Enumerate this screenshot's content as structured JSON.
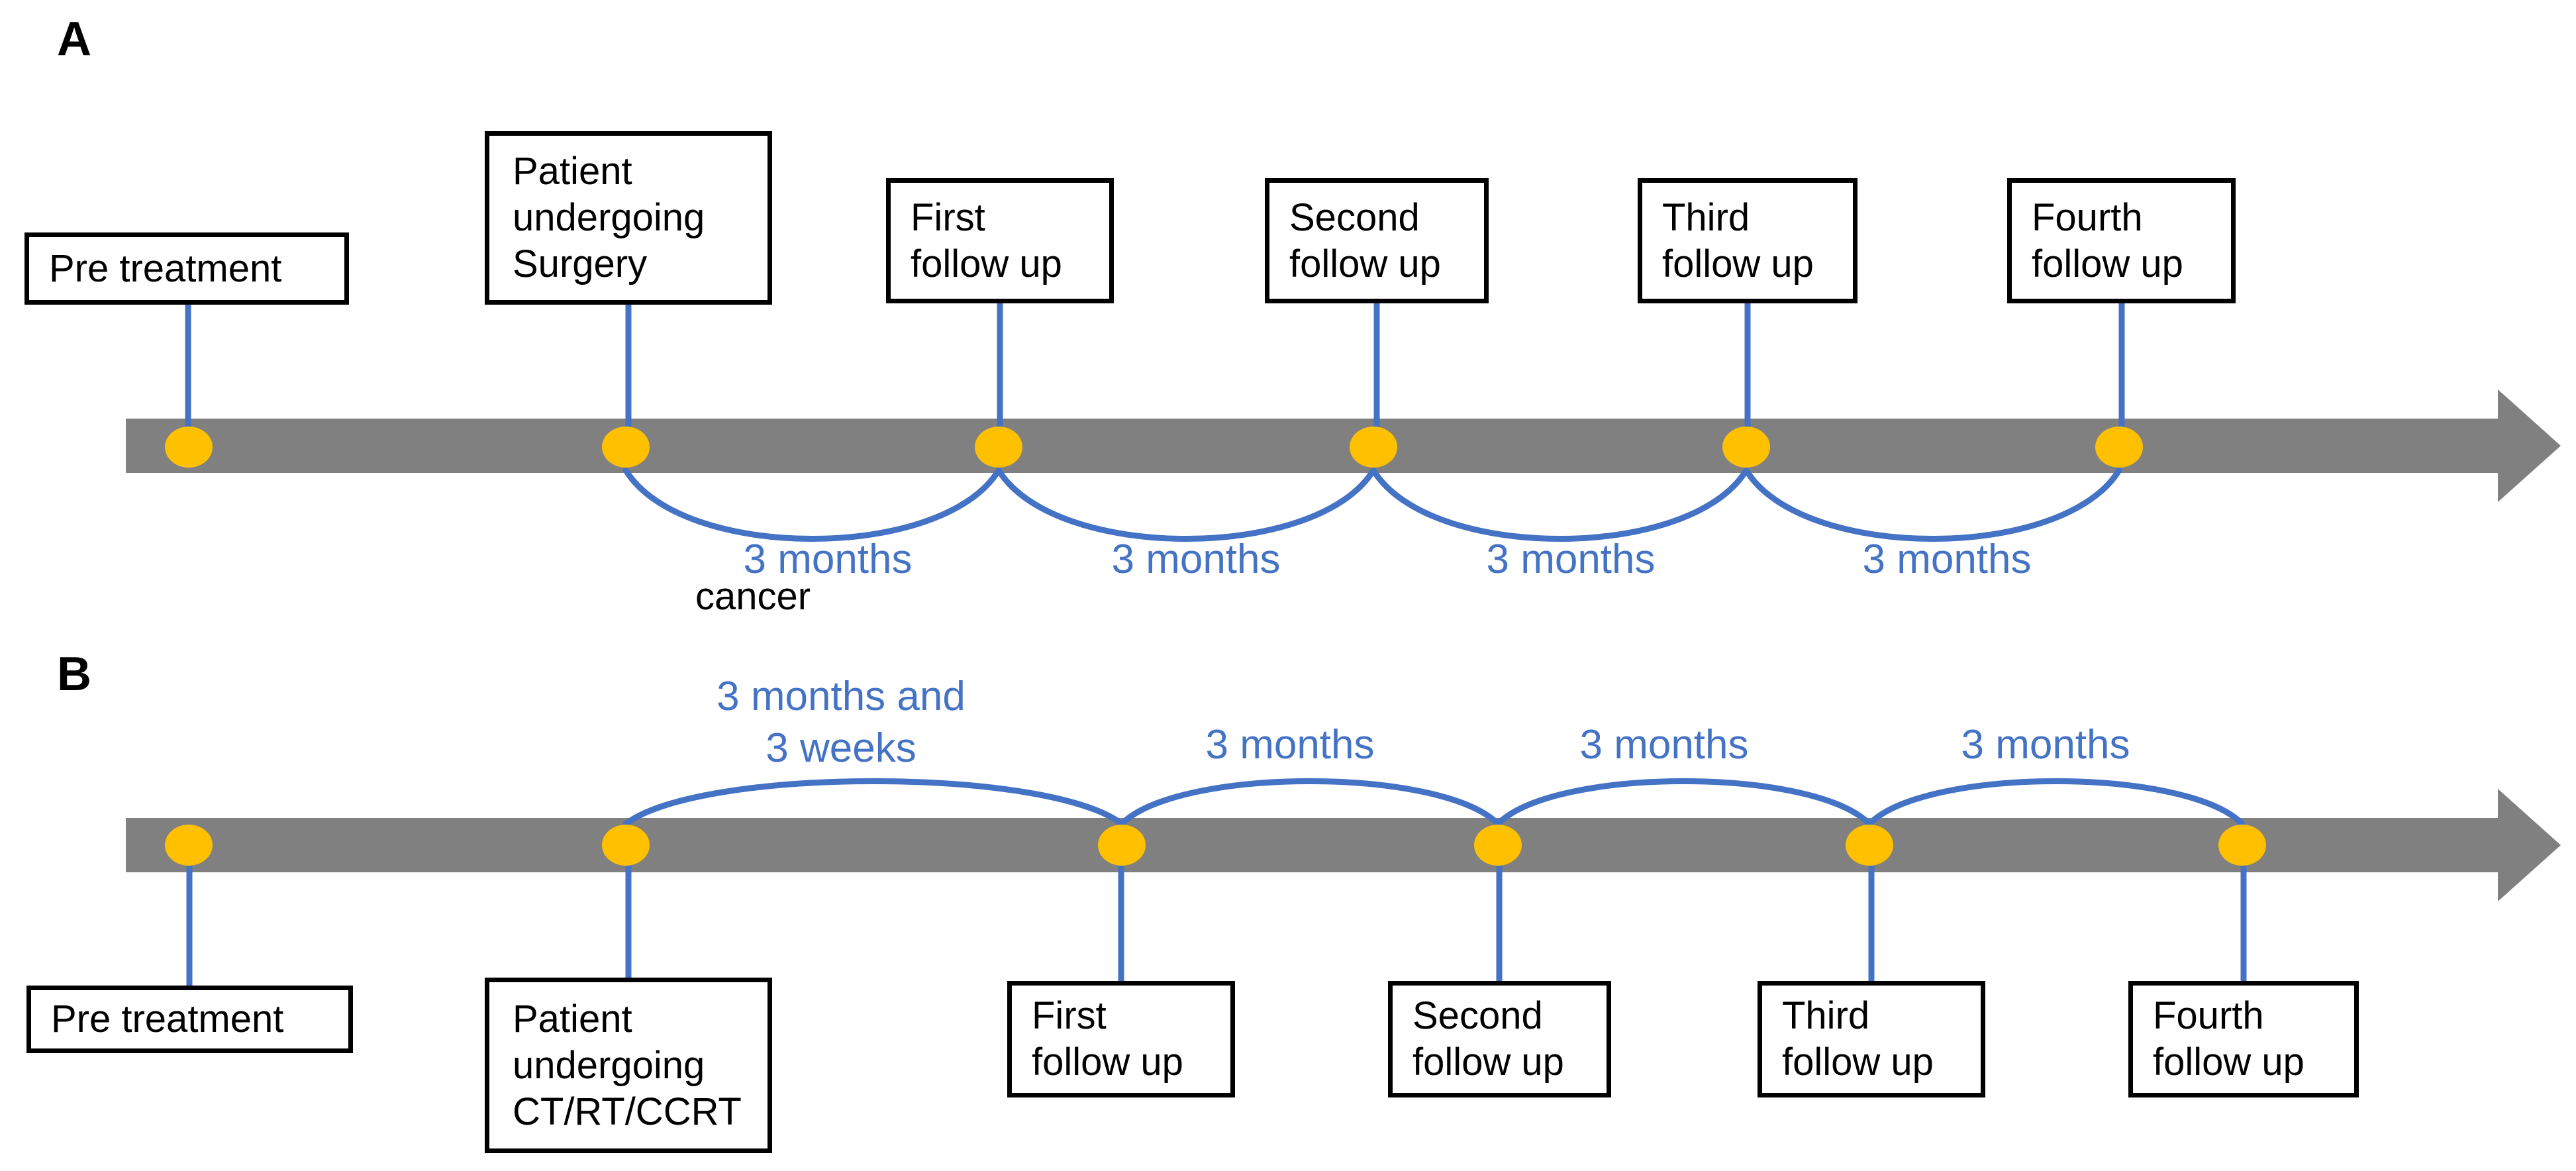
{
  "figure": {
    "type": "timeline-diagram",
    "colors": {
      "timeline_gray": "#808080",
      "dot_yellow": "#FFC000",
      "line_blue": "#4472C4",
      "text_black": "#000000",
      "box_background": "#ffffff"
    }
  },
  "panels": {
    "a": {
      "label": "A",
      "boxes": [
        "Pre treatment",
        "Patient\nundergoing\nSurgery",
        "First\nfollow up",
        "Second\nfollow up",
        "Third\nfollow up",
        "Fourth\nfollow up"
      ],
      "intervals": [
        "3 months",
        "3 months",
        "3 months",
        "3 months"
      ],
      "annotation": "cancer"
    },
    "b": {
      "label": "B",
      "boxes": [
        "Pre treatment",
        "Patient\nundergoing\nCT/RT/CCRT",
        "First\nfollow up",
        "Second\nfollow up",
        "Third\nfollow up",
        "Fourth\nfollow up"
      ],
      "intervals": [
        "3 months and\n3 weeks",
        "3 months",
        "3 months",
        "3 months"
      ]
    }
  }
}
